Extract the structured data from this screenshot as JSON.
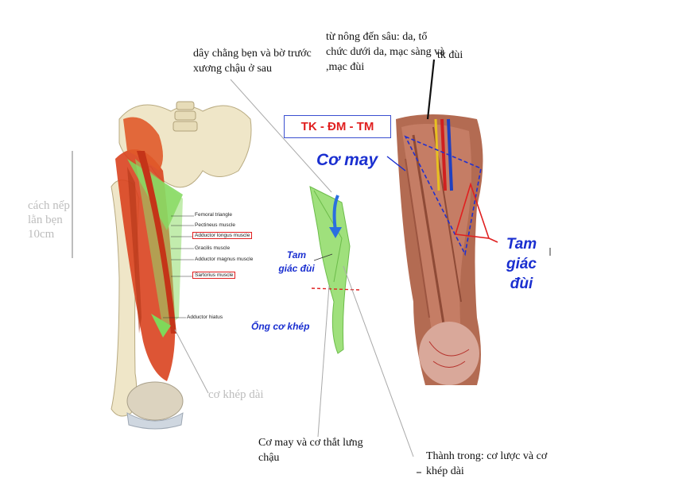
{
  "labels": {
    "inguinal_ligament": "dây chằng bẹn và bờ trước xương chậu ở sau",
    "layers": "từ nông đến sâu: da, tổ chức dưới da, mạc sàng và ,mạc đùi",
    "femoral_nerve": "tk đùi",
    "nerve_artery_vein": "TK - ĐM - TM",
    "sartorius": "Cơ may",
    "femoral_triangle_right": "Tam giác đùi",
    "femoral_triangle_mid": "Tam giác đùi",
    "adductor_canal": "Ống cơ khép",
    "distance_from_crease": "cách nếp lằn bẹn 10cm",
    "adductor_longus_vn": "cơ khép dài",
    "floor_muscles": "Cơ may và cơ thắt lưng chậu",
    "medial_wall": "Thành trong: cơ lược và cơ khép dài"
  },
  "anatomy_labels": {
    "femoral_triangle": "Femoral triangle",
    "pectineus": "Pectineus muscle",
    "adductor_longus": "Adductor longus muscle",
    "gracilis": "Gracilis muscle",
    "adductor_magnus": "Adductor magnus muscle",
    "sartorius": "Sartorius muscle",
    "adductor_hiatus": "Adductor hiatus"
  },
  "colors": {
    "label_blue": "#1a2fd0",
    "box_red": "#e02020",
    "muscle_red": "#d9421f",
    "triangle_green": "#7fd85a",
    "bone": "#efe6c8"
  }
}
